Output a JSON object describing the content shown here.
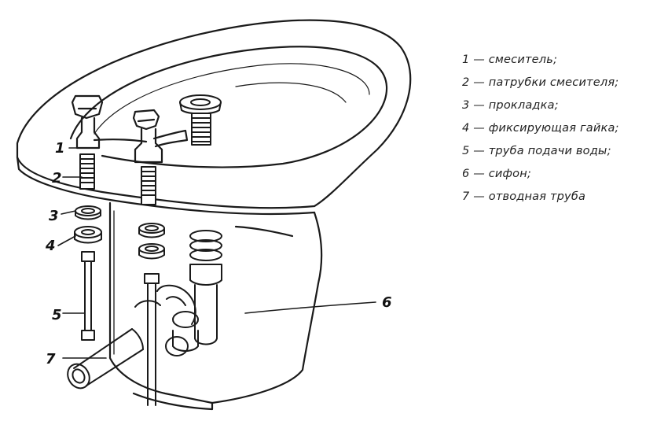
{
  "callouts": {
    "c1": "1",
    "c2": "2",
    "c3": "3",
    "c4": "4",
    "c5": "5",
    "c6": "6",
    "c7": "7"
  },
  "legend": [
    "1 — смеситель;",
    "2 — патрубки смесителя;",
    "3 — прокладка;",
    "4 — фиксирующая гайка;",
    "5 — труба подачи воды;",
    "6 — сифон;",
    "7 — отводная труба"
  ],
  "colors": {
    "ink": "#1a1a1a",
    "paper": "#ffffff"
  }
}
